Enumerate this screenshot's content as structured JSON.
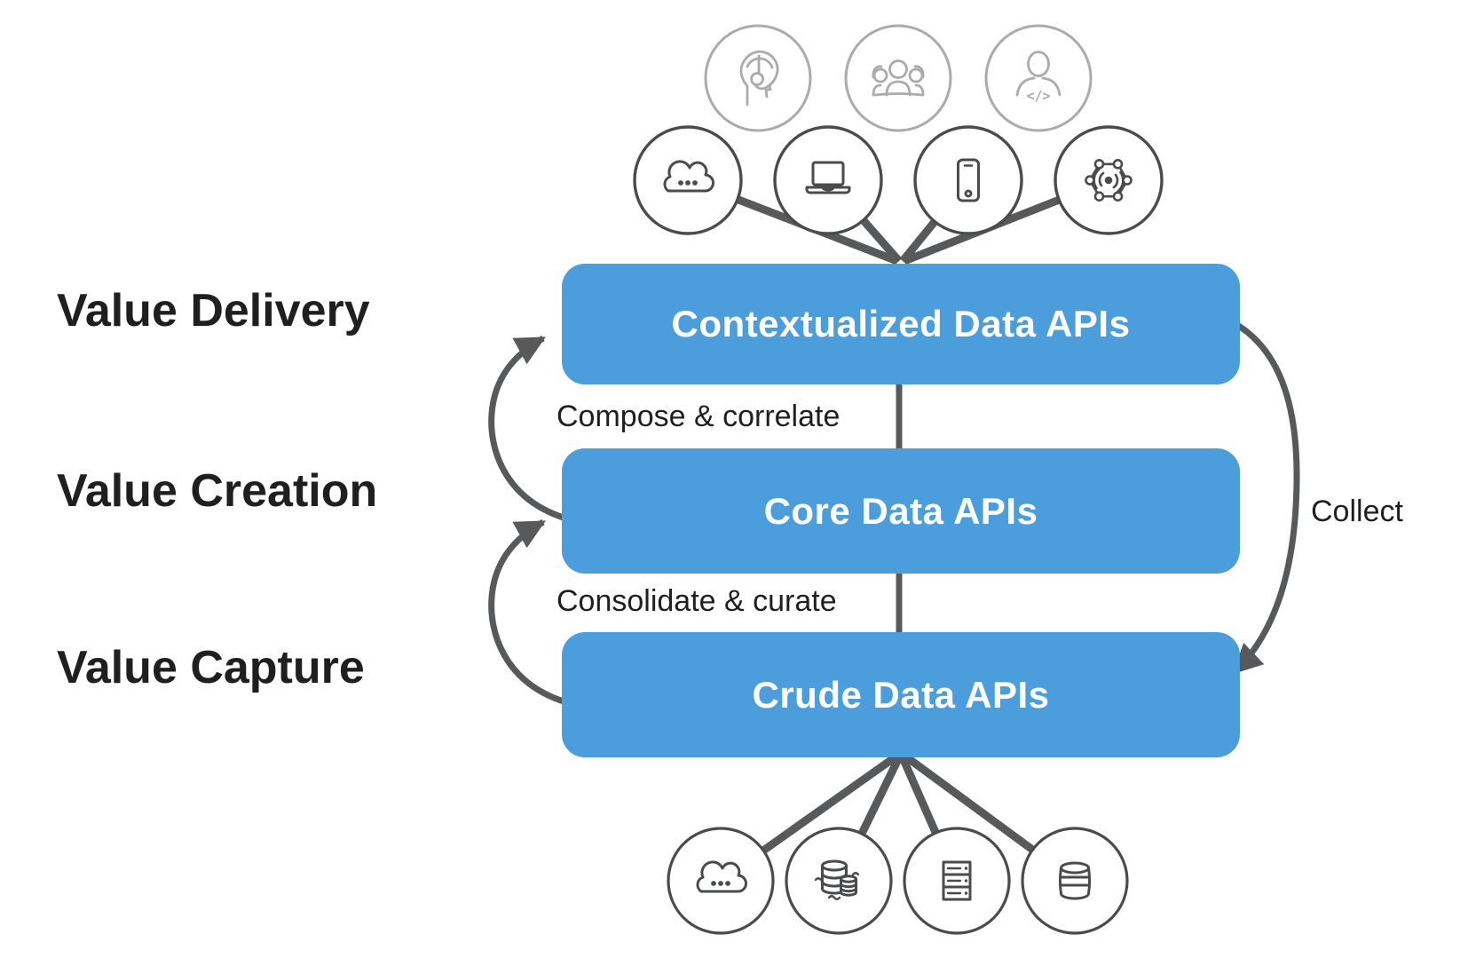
{
  "diagram": {
    "left_labels": [
      "Value Delivery",
      "Value Creation",
      "Value Capture"
    ],
    "boxes": [
      "Contextualized Data APIs",
      "Core Data APIs",
      "Crude Data APIs"
    ],
    "arrow_labels": {
      "compose": "Compose & correlate",
      "consolidate": "Consolidate & curate",
      "collect": "Collect"
    },
    "top_back_icons": [
      "support-agent",
      "users-group",
      "developer"
    ],
    "top_front_icons": [
      "cloud",
      "laptop",
      "smartphone",
      "iot-network"
    ],
    "bottom_icons": [
      "cloud",
      "data-lake",
      "server-rack",
      "database"
    ],
    "dev_glyph": "</>",
    "colors": {
      "box_blue": "#4b9edb",
      "connector_gray": "#58595b",
      "icon_dark": "#4a4b4d",
      "icon_light": "#a9abad",
      "text_black": "#1f1f1f"
    }
  }
}
